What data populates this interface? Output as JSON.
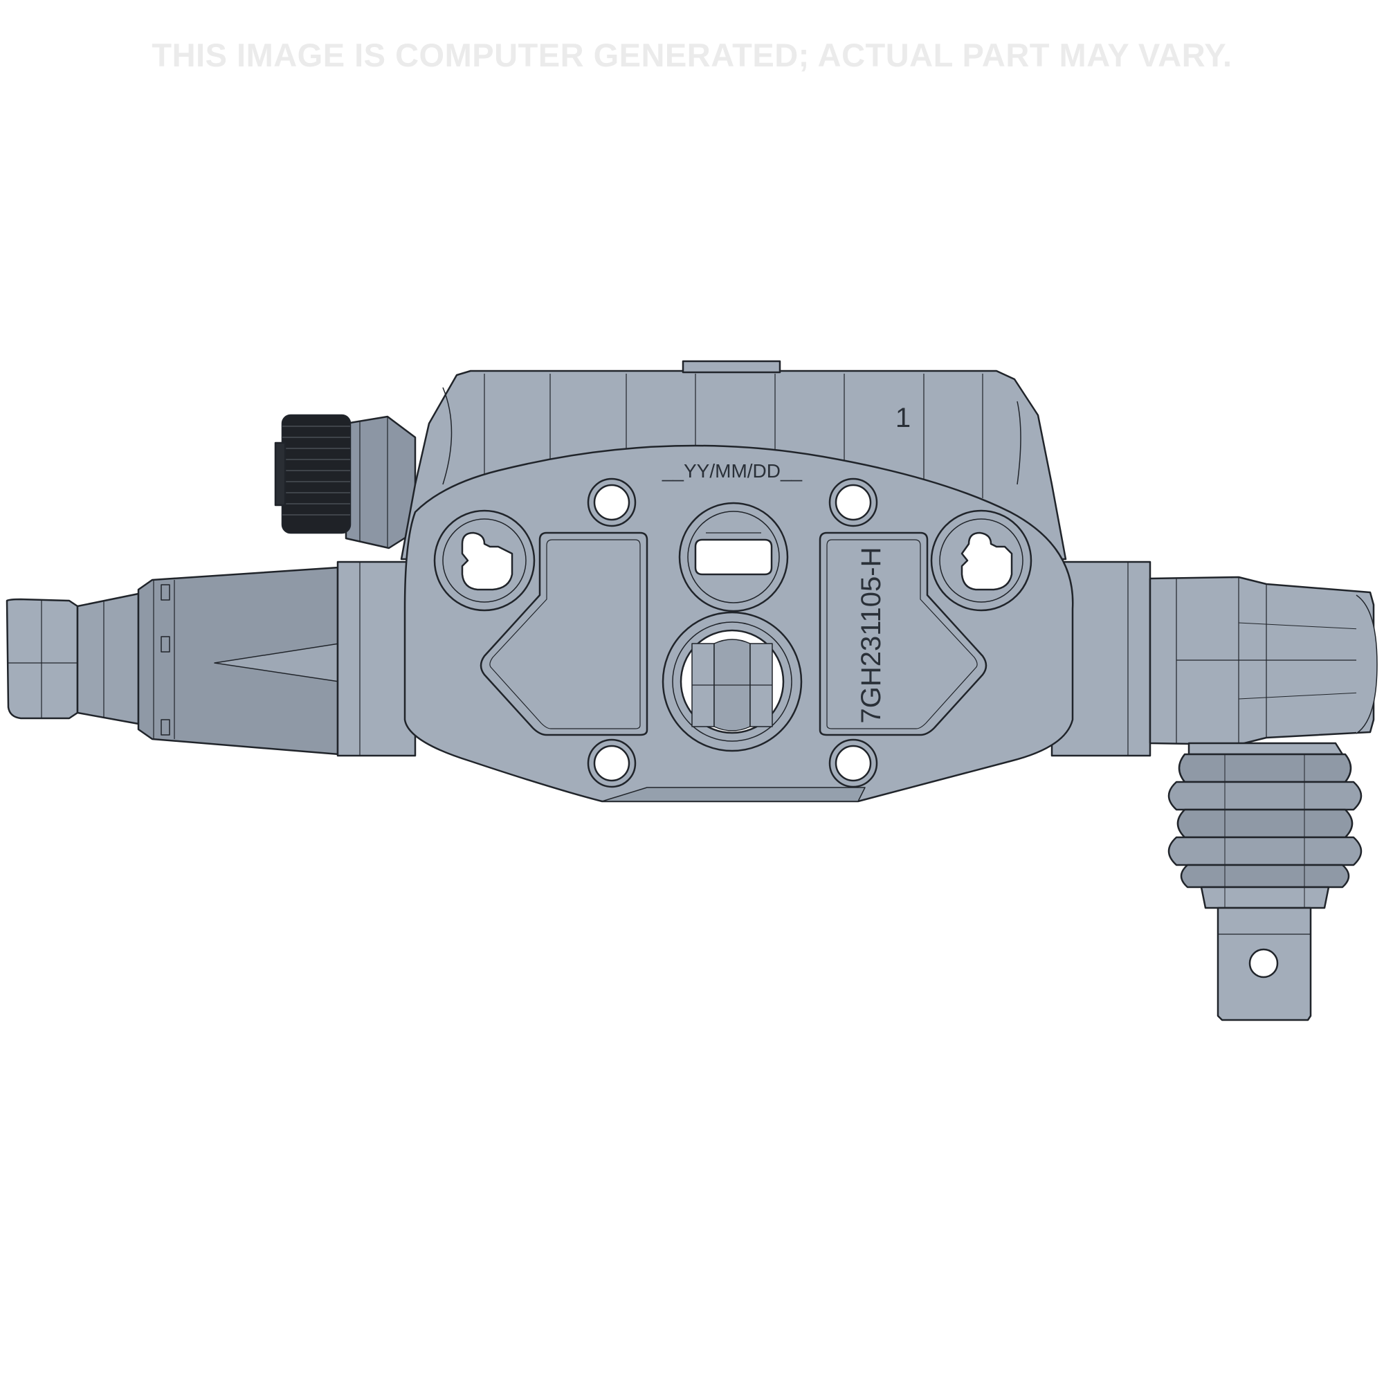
{
  "disclaimer": "THIS IMAGE IS COMPUTER GENERATED; ACTUAL PART MAY VARY.",
  "part": {
    "date_code": "__YY/MM/DD__",
    "section_number": "1",
    "part_number": "7GH231105-H"
  },
  "colors": {
    "body": "#a3adba",
    "body_dark": "#8c96a4",
    "body_light": "#b3bcc8",
    "outline": "#20242a",
    "knob": "#1f2227",
    "background": "#ffffff",
    "disclaimer": "#ebebeb"
  }
}
